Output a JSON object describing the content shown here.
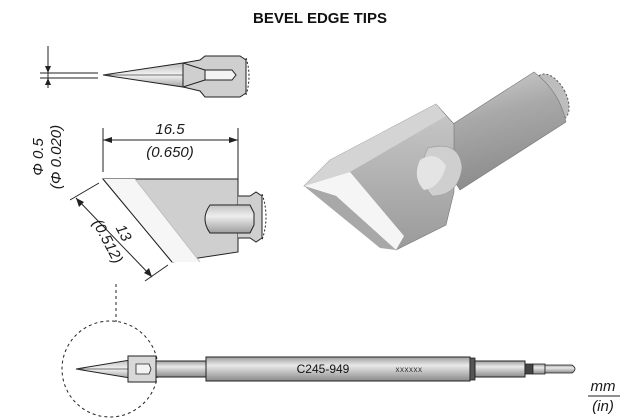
{
  "title": "BEVEL EDGE TIPS",
  "dimensions": {
    "diameter_mm": "Φ 0.5",
    "diameter_in": "(Φ 0.020)",
    "length_mm": "16.5",
    "length_in": "(0.650)",
    "bevel_mm": "13",
    "bevel_in": "(0.512)"
  },
  "tip": {
    "model": "C245-949",
    "serial": "xxxxxx"
  },
  "units": {
    "primary": "mm",
    "secondary": "(in)"
  },
  "colors": {
    "body_light": "#d9d9d9",
    "body_mid": "#bdbdbd",
    "body_dark": "#8f8f8f",
    "bevel_face": "#f2f2f2",
    "line": "#222222"
  }
}
